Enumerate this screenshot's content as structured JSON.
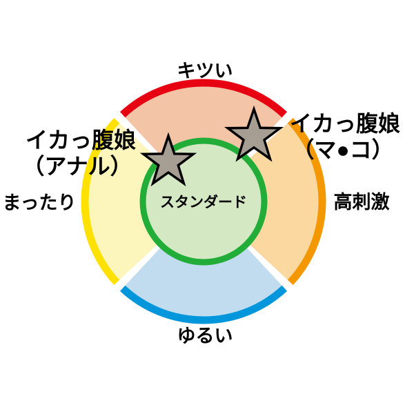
{
  "diagram": {
    "segments": {
      "top": {
        "label": "キツい",
        "arc_color": "#e60012",
        "fill": "#f3c4a6"
      },
      "right": {
        "label": "高刺激",
        "arc_color": "#f39800",
        "fill": "#fad8a0"
      },
      "bottom": {
        "label": "ゆるい",
        "arc_color": "#0096dc",
        "fill": "#c0dcee"
      },
      "left": {
        "label": "まったり",
        "arc_color": "#ffe100",
        "fill": "#fcf6bd"
      }
    },
    "center": {
      "label": "スタンダード",
      "ring_color": "#22ac38",
      "fill": "#d5e8c4"
    },
    "markers": {
      "left": {
        "line1": "イカっ腹娘",
        "line2": "（アナル）",
        "star_color": "#a69d93",
        "star_outline": "#000000"
      },
      "right": {
        "line1": "イカっ腹娘",
        "line2": "（マ●コ）",
        "star_color": "#a69d93",
        "star_outline": "#000000"
      }
    }
  }
}
